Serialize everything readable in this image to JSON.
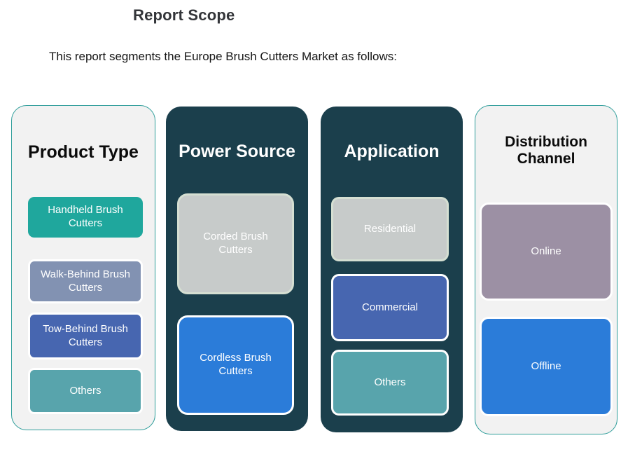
{
  "page": {
    "title": "Report Scope",
    "subtitle": "This report segments the Europe Brush Cutters Market as follows:"
  },
  "colors": {
    "dark_column_bg": "#1B3F4C",
    "light_column_bg": "#F2F2F2",
    "light_column_border": "#2E9D9A",
    "box_teal": "#1FA79D",
    "box_gray_blue": "#8292B2",
    "box_indigo_blue": "#4766B0",
    "box_sea_teal": "#58A4AC",
    "box_light_gray": "#C7CBCA",
    "box_light_gray_border": "#D5DFD2",
    "box_bright_blue": "#2B7CD9",
    "box_mauve": "#9C90A4",
    "white_border": "#FFFFFF"
  },
  "columns": [
    {
      "title": "Product Type",
      "theme": "light",
      "items": [
        {
          "label": "Handheld Brush Cutters",
          "color": "#1FA79D"
        },
        {
          "label": "Walk-Behind Brush Cutters",
          "color": "#8292B2"
        },
        {
          "label": "Tow-Behind Brush Cutters",
          "color": "#4766B0"
        },
        {
          "label": "Others",
          "color": "#58A4AC"
        }
      ]
    },
    {
      "title": "Power Source",
      "theme": "dark",
      "items": [
        {
          "label": "Corded Brush Cutters",
          "color": "#C7CBCA"
        },
        {
          "label": "Cordless Brush Cutters",
          "color": "#2B7CD9"
        }
      ]
    },
    {
      "title": "Application",
      "theme": "dark",
      "items": [
        {
          "label": "Residential",
          "color": "#C7CBCA"
        },
        {
          "label": "Commercial",
          "color": "#4766B0"
        },
        {
          "label": "Others",
          "color": "#58A4AC"
        }
      ]
    },
    {
      "title": "Distribution Channel",
      "theme": "light",
      "items": [
        {
          "label": "Online",
          "color": "#9C90A4"
        },
        {
          "label": "Offline",
          "color": "#2B7CD9"
        }
      ]
    }
  ]
}
